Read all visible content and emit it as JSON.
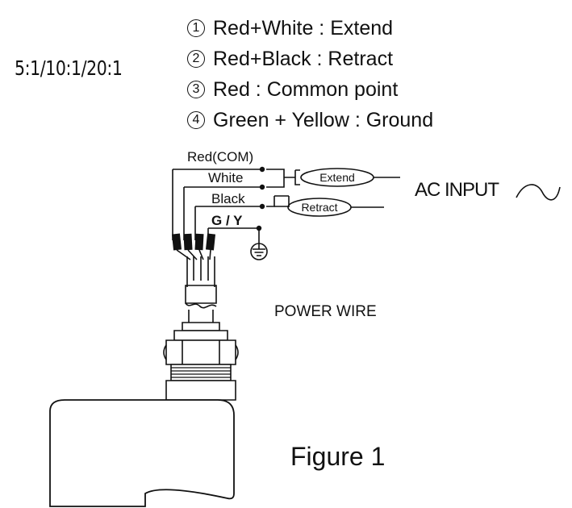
{
  "ratio_text": "5:1/10:1/20:1",
  "legend": [
    {
      "num": "1",
      "text": "Red+White : Extend"
    },
    {
      "num": "2",
      "text": "Red+Black : Retract"
    },
    {
      "num": "3",
      "text": "Red : Common point"
    },
    {
      "num": "4",
      "text": "Green + Yellow : Ground"
    }
  ],
  "wires": {
    "red": "Red(COM)",
    "white": "White",
    "black": "Black",
    "gy": "G / Y"
  },
  "terminals": {
    "extend": "Extend",
    "retract": "Retract"
  },
  "ac_input": "AC INPUT",
  "power_wire": "POWER WIRE",
  "figure": "Figure 1"
}
